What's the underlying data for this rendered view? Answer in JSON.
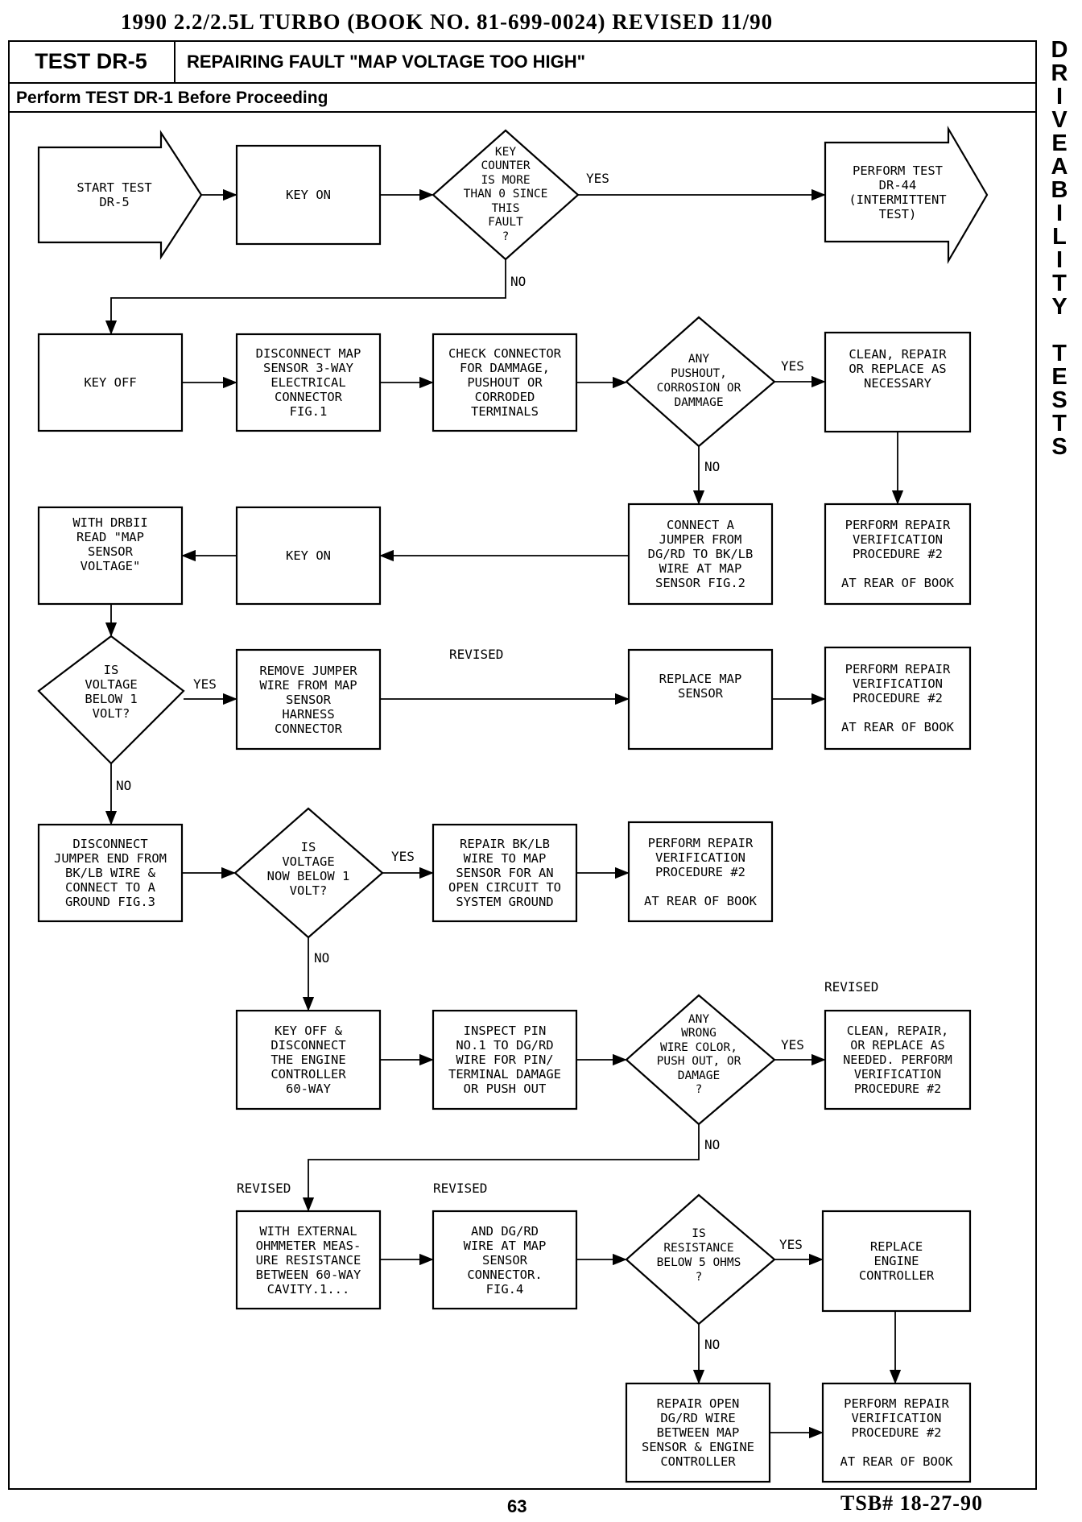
{
  "header": {
    "top_line": "1990 2.2/2.5L TURBO (BOOK NO. 81-699-0024) REVISED 11/90",
    "test_id": "TEST DR-5",
    "test_title": "REPAIRING FAULT \"MAP VOLTAGE TOO HIGH\"",
    "prerequisite": "Perform TEST DR-1 Before Proceeding"
  },
  "side_label": [
    "D",
    "R",
    "I",
    "V",
    "E",
    "A",
    "B",
    "I",
    "L",
    "I",
    "T",
    "Y",
    "",
    "T",
    "E",
    "S",
    "T",
    "S"
  ],
  "footer": {
    "page": "63",
    "tsb": "TSB# 18-27-90"
  },
  "nodes": {
    "start": "START TEST\nDR-5",
    "key_on_1": "KEY ON",
    "d_counter": "KEY\nCOUNTER\nIS MORE\nTHAN 0 SINCE\nTHIS\nFAULT\n?",
    "dr44": "PERFORM TEST\nDR-44\n(INTERMITTENT\nTEST)",
    "key_off_1": "KEY OFF",
    "disconnect_map": "DISCONNECT MAP\nSENSOR 3-WAY\nELECTRICAL\nCONNECTOR\nFIG.1",
    "check_conn": "CHECK CONNECTOR\nFOR DAMMAGE,\nPUSHOUT OR\nCORRODED\nTERMINALS",
    "d_pushout": "ANY\nPUSHOUT,\nCORROSION OR\nDAMMAGE",
    "clean1": "CLEAN, REPAIR\nOR REPLACE AS\nNECESSARY",
    "verify1": "PERFORM REPAIR\nVERIFICATION\nPROCEDURE #2\n\nAT REAR OF BOOK",
    "jumper": "CONNECT A\nJUMPER FROM\nDG/RD TO BK/LB\nWIRE AT MAP\nSENSOR FIG.2",
    "key_on_2": "KEY ON",
    "drb": "WITH DRBII\nREAD \"MAP\nSENSOR\nVOLTAGE\"",
    "d_volt1": "IS\nVOLTAGE\nBELOW 1\nVOLT?",
    "remove_jumper": "REMOVE JUMPER\nWIRE FROM MAP\nSENSOR\nHARNESS\nCONNECTOR",
    "replace_map": "REPLACE MAP\nSENSOR",
    "verify2": "PERFORM REPAIR\nVERIFICATION\nPROCEDURE #2\n\nAT REAR OF BOOK",
    "disconnect_jumper": "DISCONNECT\nJUMPER END FROM\nBK/LB WIRE &\nCONNECT TO A\nGROUND FIG.3",
    "d_volt2": "IS\nVOLTAGE\nNOW BELOW 1\nVOLT?",
    "repair_bk": "REPAIR BK/LB\nWIRE TO MAP\nSENSOR FOR AN\nOPEN CIRCUIT TO\nSYSTEM GROUND",
    "verify3": "PERFORM REPAIR\nVERIFICATION\nPROCEDURE #2\n\nAT REAR OF BOOK",
    "key_off_2": "KEY OFF &\nDISCONNECT\nTHE ENGINE\nCONTROLLER\n60-WAY",
    "inspect_pin": "INSPECT PIN\nNO.1 TO DG/RD\nWIRE FOR PIN/\nTERMINAL DAMAGE\nOR PUSH OUT",
    "d_wrong": "ANY\nWRONG\nWIRE COLOR,\nPUSH OUT, OR\nDAMAGE\n?",
    "clean2": "CLEAN, REPAIR,\nOR REPLACE AS\nNEEDED. PERFORM\nVERIFICATION\nPROCEDURE #2",
    "ohm1": "WITH EXTERNAL\nOHMMETER MEAS-\nURE RESISTANCE\nBETWEEN 60-WAY\nCAVITY.1...",
    "ohm2": "AND DG/RD\nWIRE AT MAP\nSENSOR\nCONNECTOR.\nFIG.4",
    "d_resist": "IS\nRESISTANCE\nBELOW 5 OHMS\n?",
    "replace_ec": "REPLACE\nENGINE\nCONTROLLER",
    "repair_open": "REPAIR OPEN\nDG/RD WIRE\nBETWEEN MAP\nSENSOR & ENGINE\nCONTROLLER",
    "verify4": "PERFORM REPAIR\nVERIFICATION\nPROCEDURE #2\n\nAT REAR OF BOOK"
  },
  "labels": {
    "yes": "YES",
    "no": "NO",
    "revised": "REVISED"
  }
}
